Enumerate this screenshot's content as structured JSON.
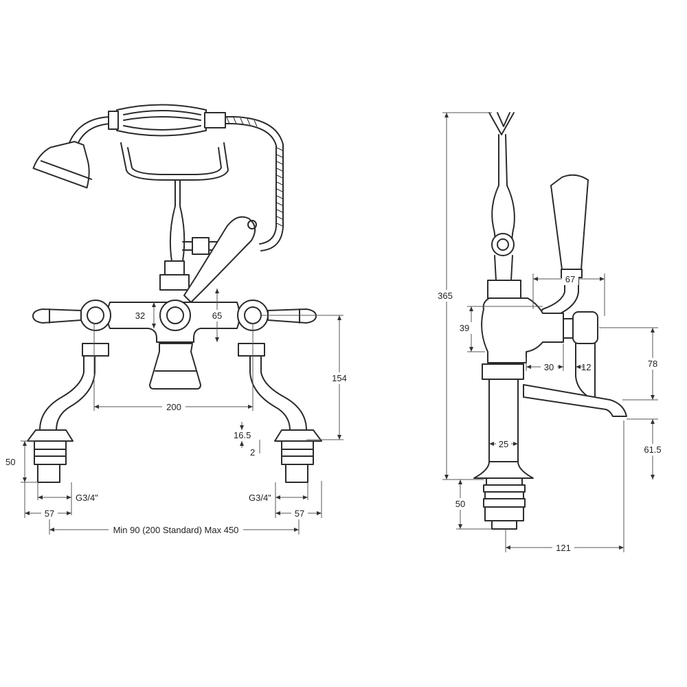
{
  "dimensions": {
    "front": {
      "d32": "32",
      "d65": "65",
      "d154": "154",
      "d200": "200",
      "d16_5": "16.5",
      "d2": "2",
      "d50": "50",
      "thread_left": "G3/4\"",
      "thread_right": "G3/4\"",
      "d57_left": "57",
      "d57_right": "57",
      "centres": "Min 90 (200 Standard) Max 450"
    },
    "side": {
      "d365": "365",
      "d67": "67",
      "d39": "39",
      "d78": "78",
      "d30": "30",
      "d12": "12",
      "d25": "25",
      "d61_5": "61.5",
      "d50": "50",
      "d121": "121"
    }
  }
}
